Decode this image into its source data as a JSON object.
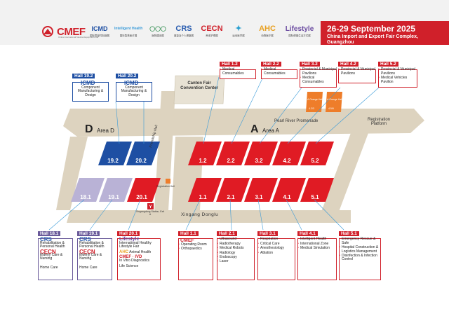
{
  "header": {
    "logo_cmef": "CMEF",
    "logo_cmef_sub": "China International Medical Equipment Fair",
    "brands": [
      {
        "name": "ICMD",
        "sub": "国际零部件制造展",
        "color": "#1e4fa3"
      },
      {
        "name": "Intelligent Health",
        "sub": "国际智慧医疗展",
        "color": "#3a9bd9"
      },
      {
        "name": "◯◯◯",
        "sub": "医院建设展",
        "color": "#2a8a4a"
      },
      {
        "name": "CRS",
        "sub": "康复及个人健康展",
        "color": "#2a5db0"
      },
      {
        "name": "CECN",
        "sub": "养老护理展",
        "color": "#d0202a"
      },
      {
        "name": "✦",
        "sub": "运动医学展",
        "color": "#2a9fd0"
      },
      {
        "name": "AHC",
        "sub": "动物医疗展",
        "color": "#e8a020"
      },
      {
        "name": "Lifestyle",
        "sub": "国际健康生活方式展",
        "color": "#6a4aa0"
      }
    ],
    "date_title": "26-29 September 2025",
    "date_sub": "China Import and Export Fair Complex, Guangzhou"
  },
  "map": {
    "area_d": "Area D",
    "area_d_letter": "D",
    "area_a": "Area A",
    "area_a_letter": "A",
    "pearl_river": "Pearl River Promenade",
    "registration": "Registration Platform",
    "friendship_hall": "Friendship Hall",
    "xingang_ronglu": "Xingang Donglu",
    "convention_center": "Canton Fair Convention Center",
    "reg_hall": "Registration Hall",
    "metro": "Xingangdong Station, Exit A",
    "orange_hall": "A Orange Hall",
    "orange_a": "4.2/3",
    "orange_b": "4.5/6",
    "halls_top": [
      "19.2",
      "20.2",
      "1.2",
      "2.2",
      "3.2",
      "4.2",
      "5.2"
    ],
    "halls_bottom": [
      "18.1",
      "19.1",
      "20.1",
      "1.1",
      "2.1",
      "3.1",
      "4.1",
      "5.1"
    ]
  },
  "callouts": {
    "h192": {
      "title": "Hall 19.2",
      "logo": "ICMD",
      "items": [
        "Component Manufacturing & Design"
      ]
    },
    "h202": {
      "title": "Hall 20.2",
      "logo": "ICMD",
      "items": [
        "Component Manufacturing & Design"
      ]
    },
    "h12": {
      "title": "Hall 1.2",
      "items": [
        "Medical Consumables"
      ]
    },
    "h22": {
      "title": "Hall 2.2",
      "items": [
        "Medical Consumables"
      ]
    },
    "h32": {
      "title": "Hall 3.2",
      "items": [
        "Provincial & Municipal Pavilions",
        "Medical Consumables"
      ]
    },
    "h42": {
      "title": "Hall 4.2",
      "items": [
        "Provincial & Municipal Pavilions"
      ]
    },
    "h52": {
      "title": "Hall 5.2",
      "items": [
        "Provincial & Municipal Pavilions",
        "Medical Vehicles Pavilion"
      ]
    },
    "h181": {
      "title": "Hall 18.1",
      "items": [
        "CRS",
        "Rehabilitation & Personal Health",
        "CECN",
        "Elderly Care & Nursing",
        "Home Care"
      ]
    },
    "h191": {
      "title": "Hall 19.1",
      "items": [
        "CRS",
        "Rehabilitation & Personal Health",
        "CECN",
        "Elderly Care & Nursing",
        "Home Care"
      ]
    },
    "h201": {
      "title": "Hall 20.1",
      "items": [
        "Lifestyle",
        "International Healthy Lifestyle Fair",
        "AHC",
        "Animal Health",
        "CMEF · IVD",
        "In Vitro Diagnostics",
        "Life Science"
      ]
    },
    "h11": {
      "title": "Hall 1.1",
      "items": [
        "CMEF",
        "Operating Room",
        "Orthopaedics"
      ]
    },
    "h21": {
      "title": "Hall 2.1",
      "items": [
        "Ultrasound",
        "Radiotherapy",
        "Medical Robots",
        "Radiology",
        "Endoscopy",
        "Laser"
      ]
    },
    "h31": {
      "title": "Hall 3.1",
      "items": [
        "Respiration",
        "Critical Care",
        "Anesthesiology",
        "Ablation"
      ]
    },
    "h41": {
      "title": "Hall 4.1",
      "items": [
        "Intelligent Health",
        "International Zone",
        "Medical Simulation"
      ]
    },
    "h51": {
      "title": "Hall 5.1",
      "items": [
        "Emergency Rescue & Safe",
        "Hospital Construction & Logistics Management",
        "Disinfection & Infection Control"
      ]
    }
  }
}
